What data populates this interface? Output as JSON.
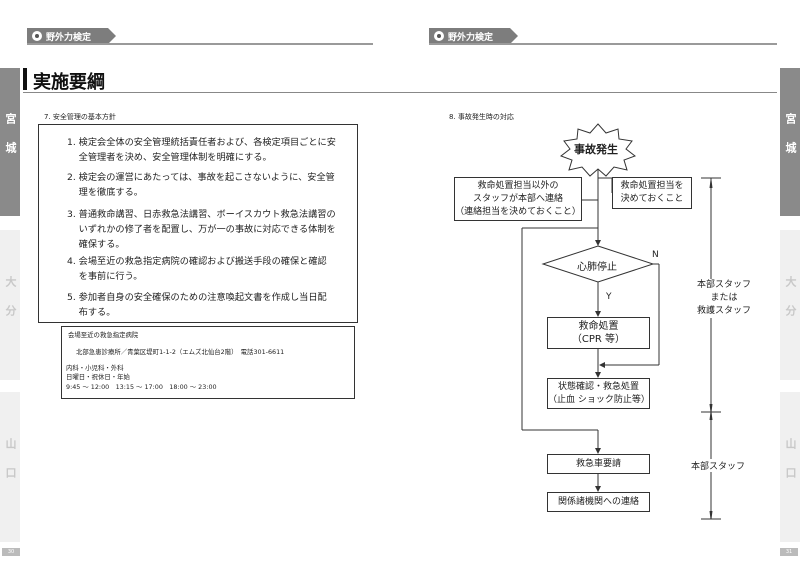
{
  "header": {
    "left_label": "野外力検定",
    "right_label": "野外力検定"
  },
  "side_tabs": {
    "left": [
      {
        "label": "宮城"
      },
      {
        "label": "大分"
      },
      {
        "label": "山口"
      }
    ],
    "right": [
      {
        "label": "宮城"
      },
      {
        "label": "大分"
      },
      {
        "label": "山口"
      }
    ]
  },
  "page_title": "実施要綱",
  "left_section": {
    "heading": "7. 安全管理の基本方針",
    "items": [
      "1. 検定会全体の安全管理統括責任者および、各検定項目ごとに安\n    全管理者を決め、安全管理体制を明確にする。",
      "2. 検定会の運営にあたっては、事故を起こさないように、安全管\n    理を徹底する。",
      "3. 普通救命講習、日赤救急法講習、ボーイスカウト救急法講習の\n    いずれかの修了者を配置し、万が一の事故に対応できる体制を\n    確保する。",
      "4. 会場至近の救急指定病院の確認および搬送手段の確保と確認\n    を事前に行う。",
      "5. 参加者自身の安全確保のための注意喚起文書を作成し当日配\n    布する。"
    ],
    "hospital": {
      "title": "会場至近の救急指定病院",
      "address": "北部急患診療所／青葉区堤町1-1-2（エムズ北仙台2階）　電話301-6611",
      "departments": "内科・小児科・外科",
      "days": "日曜日・祝休日・年始",
      "hours": "9:45 ～ 12:00　13:15 ～ 17:00　18:00 ～ 23:00"
    }
  },
  "right_section": {
    "heading": "8. 事故発生時の対応",
    "flow": {
      "start": "事故発生",
      "notify_left": "救命処置担当以外の\nスタッフが本部へ連絡\n（連絡担当を決めておくこと）",
      "notify_right": "救命処置担当を\n決めておくこと",
      "decision": "心肺停止",
      "yes": "Y",
      "no": "N",
      "cpr": "救命処置\n（CPR 等）",
      "check": "状態確認・救急処置\n（止血 ショック防止等）",
      "ambulance": "救急車要請",
      "contact": "関係諸機関への連絡",
      "role_top": "本部スタッフ\nまたは\n救護スタッフ",
      "role_bottom": "本部スタッフ"
    }
  },
  "page_numbers": {
    "left": "30",
    "right": "31"
  }
}
